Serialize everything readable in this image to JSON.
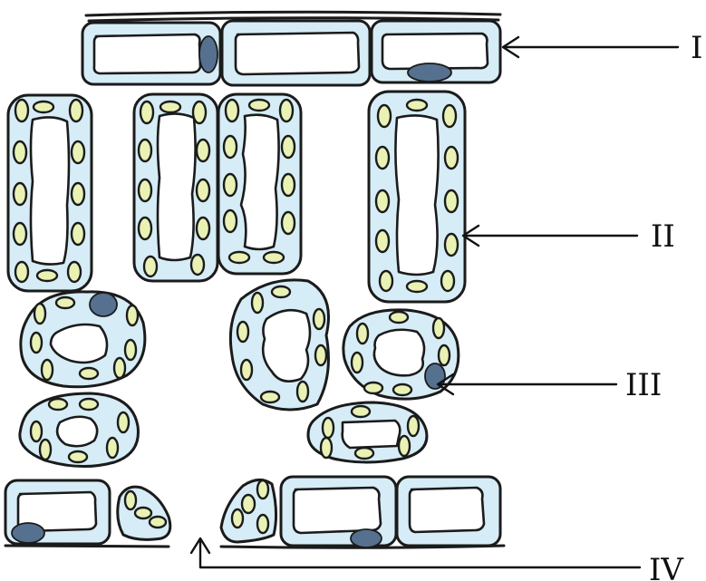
{
  "labels": {
    "upper": "I",
    "palisade": "II",
    "spongy": "III",
    "stoma": "IV"
  },
  "colors": {
    "cell_fill": "#d6ecf6",
    "chloroplast": "#e9f2b4",
    "nucleus": "#56708f",
    "outline": "#1b1b1b"
  }
}
